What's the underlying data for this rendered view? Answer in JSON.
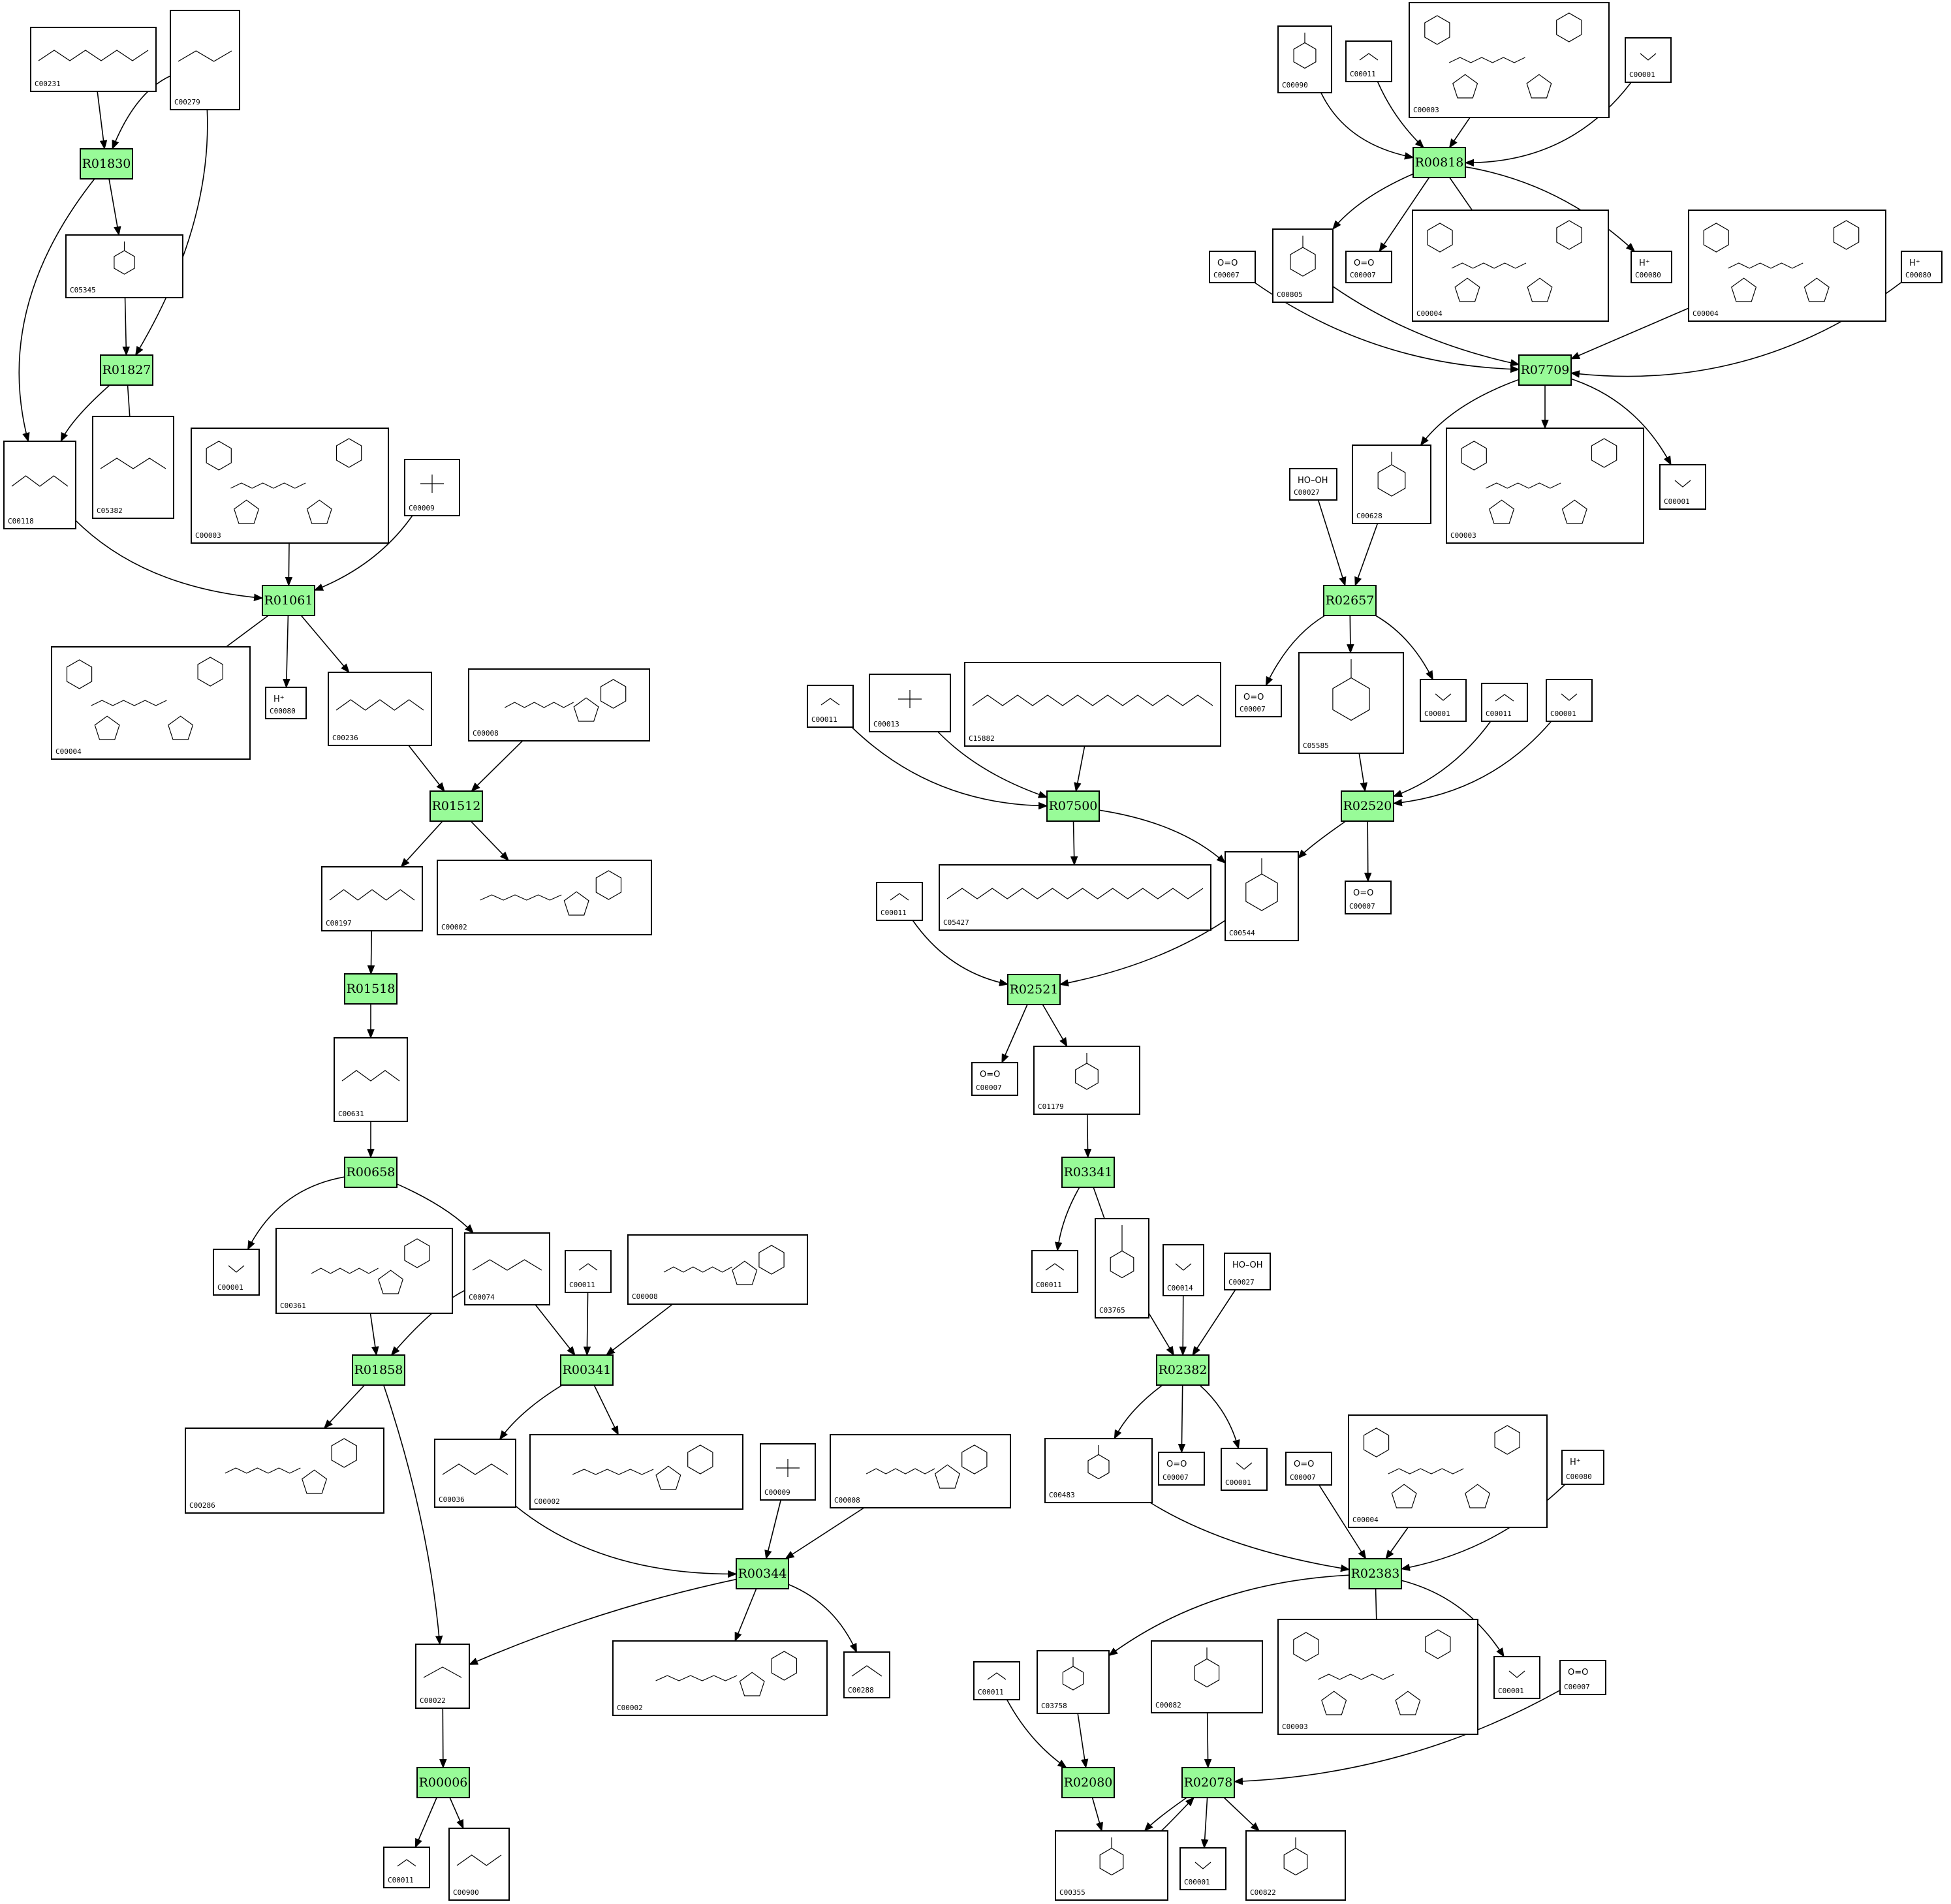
{
  "colors": {
    "reaction_fill": "#98fb98",
    "stroke": "#000000",
    "background": "#ffffff"
  },
  "reactions": [
    {
      "id": "R01830"
    },
    {
      "id": "R01827"
    },
    {
      "id": "R01061"
    },
    {
      "id": "R01512"
    },
    {
      "id": "R01518"
    },
    {
      "id": "R00658"
    },
    {
      "id": "R01858"
    },
    {
      "id": "R00341"
    },
    {
      "id": "R00344"
    },
    {
      "id": "R00006"
    },
    {
      "id": "R00818"
    },
    {
      "id": "R07709"
    },
    {
      "id": "R02657"
    },
    {
      "id": "R02520"
    },
    {
      "id": "R07500"
    },
    {
      "id": "R02521"
    },
    {
      "id": "R03341"
    },
    {
      "id": "R02382"
    },
    {
      "id": "R02383"
    },
    {
      "id": "R02080"
    },
    {
      "id": "R02078"
    }
  ],
  "compounds": [
    {
      "id": "C00231",
      "formula": ""
    },
    {
      "id": "C00279",
      "formula": ""
    },
    {
      "id": "C05345",
      "formula": ""
    },
    {
      "id": "C00118",
      "formula": ""
    },
    {
      "id": "C05382",
      "formula": ""
    },
    {
      "id": "C00003",
      "formula": ""
    },
    {
      "id": "C00009",
      "formula": ""
    },
    {
      "id": "C00004",
      "formula": ""
    },
    {
      "id": "C00080",
      "formula": "H⁺"
    },
    {
      "id": "C00236",
      "formula": ""
    },
    {
      "id": "C00008",
      "formula": ""
    },
    {
      "id": "C00197",
      "formula": ""
    },
    {
      "id": "C00002",
      "formula": ""
    },
    {
      "id": "C00631",
      "formula": ""
    },
    {
      "id": "C00001",
      "formula": ""
    },
    {
      "id": "C00361",
      "formula": ""
    },
    {
      "id": "C00074",
      "formula": ""
    },
    {
      "id": "C00011",
      "formula": ""
    },
    {
      "id": "C00286",
      "formula": ""
    },
    {
      "id": "C00036",
      "formula": ""
    },
    {
      "id": "C00288",
      "formula": ""
    },
    {
      "id": "C00022",
      "formula": ""
    },
    {
      "id": "C00900",
      "formula": ""
    },
    {
      "id": "C00090",
      "formula": ""
    },
    {
      "id": "C00805",
      "formula": ""
    },
    {
      "id": "C00007",
      "formula": "O=O"
    },
    {
      "id": "C00628",
      "formula": ""
    },
    {
      "id": "C00027",
      "formula": "HO–OH"
    },
    {
      "id": "C05585",
      "formula": ""
    },
    {
      "id": "C00013",
      "formula": ""
    },
    {
      "id": "C15882",
      "formula": ""
    },
    {
      "id": "C05427",
      "formula": ""
    },
    {
      "id": "C00544",
      "formula": ""
    },
    {
      "id": "C01179",
      "formula": ""
    },
    {
      "id": "C03765",
      "formula": ""
    },
    {
      "id": "C00014",
      "formula": ""
    },
    {
      "id": "C00483",
      "formula": ""
    },
    {
      "id": "C03758",
      "formula": ""
    },
    {
      "id": "C00082",
      "formula": ""
    },
    {
      "id": "C00355",
      "formula": ""
    },
    {
      "id": "C00822",
      "formula": ""
    }
  ]
}
